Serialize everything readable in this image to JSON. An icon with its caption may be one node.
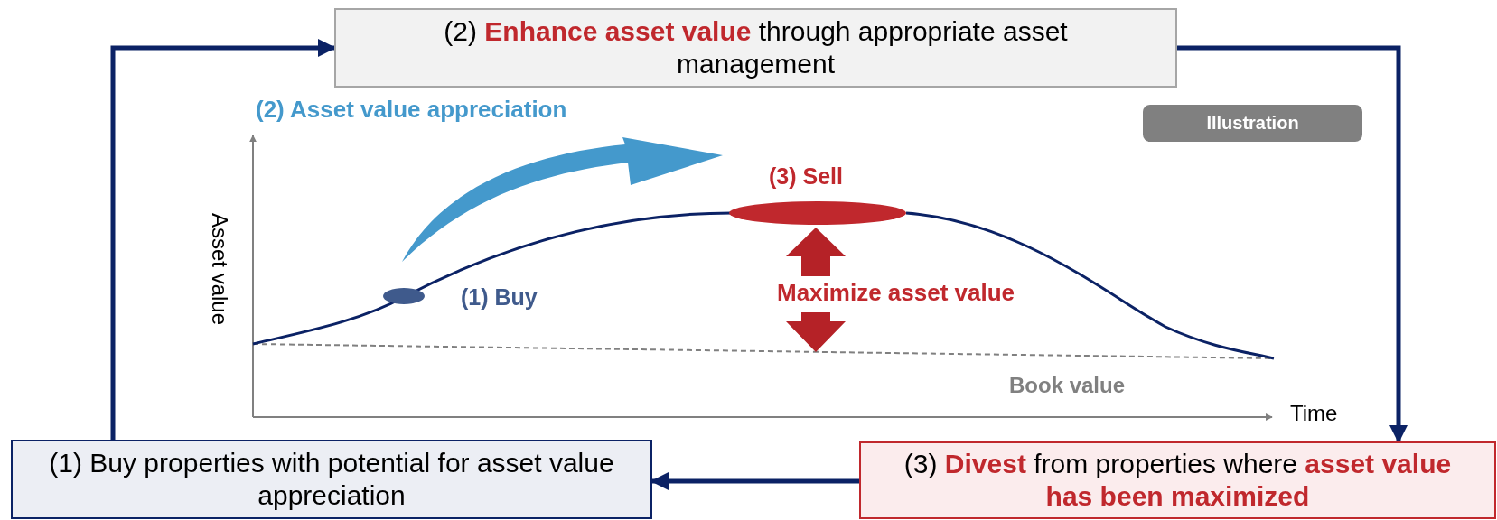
{
  "diagram": {
    "nodes": [
      {
        "text": [
          "(1) Buy properties with potential for asset value appreciation"
        ]
      },
      {
        "text": [
          "(2) **Enhance asset value** through appropriate asset management"
        ]
      },
      {
        "text": [
          "(3) **Divest** from properties where **asset value has been maximized**"
        ]
      }
    ],
    "edges": [
      {
        "from": 0,
        "to": 1,
        "arrow": "to"
      },
      {
        "from": 1,
        "to": 2,
        "arrow": "to"
      },
      {
        "from": 2,
        "to": 0,
        "arrow": "to"
      }
    ],
    "labels": [
      "(2) Asset value appreciation",
      "Illustration",
      "(3) Sell",
      "Asset value",
      "(1) Buy",
      "Maximize asset value",
      "Book value",
      "Time"
    ]
  }
}
